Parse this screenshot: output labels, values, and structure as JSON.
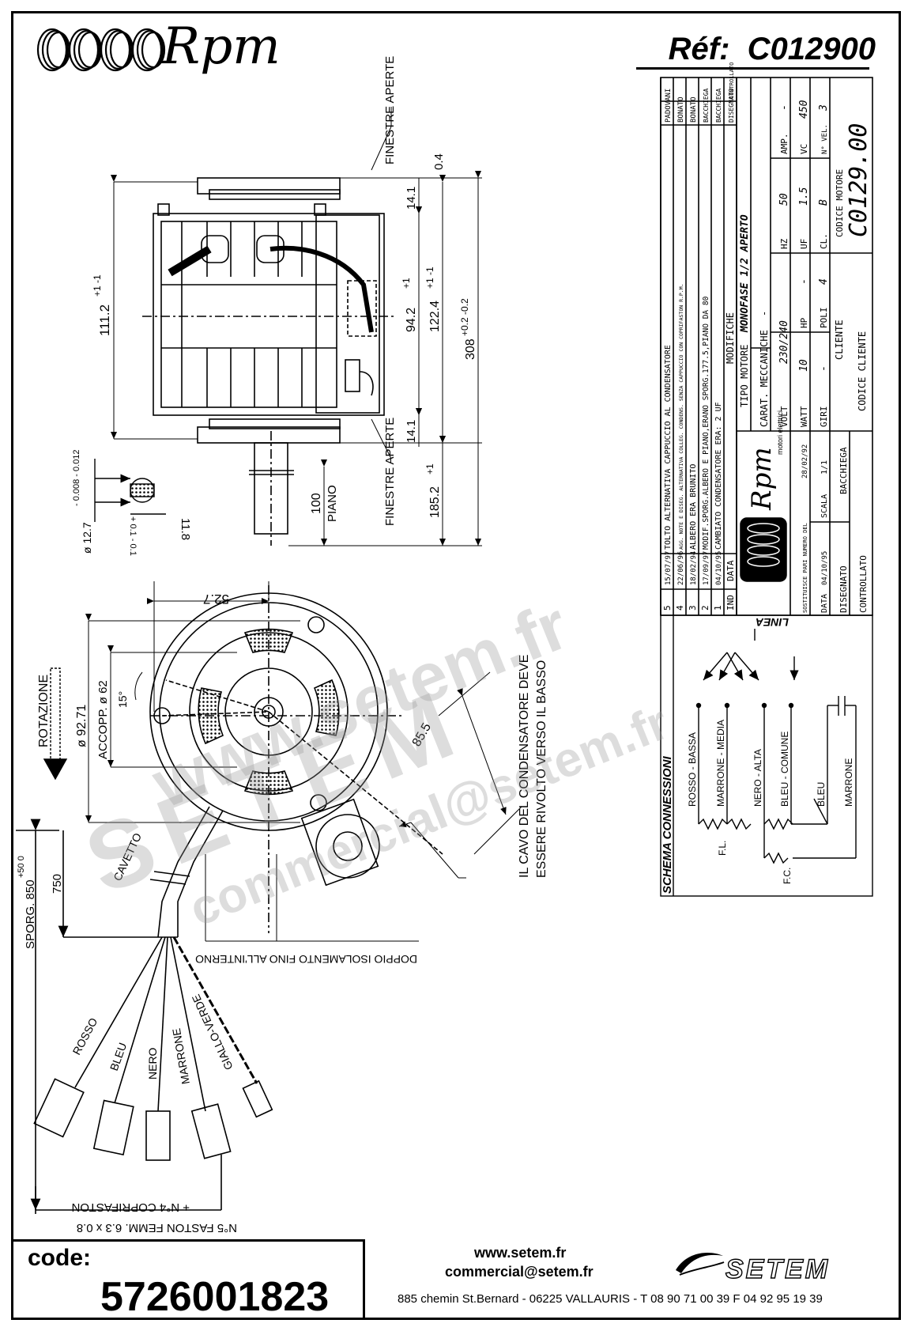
{
  "brand": {
    "logo_text": "Rpm",
    "sub": "motori elettrici"
  },
  "reference": {
    "label": "Réf:",
    "value": "C012900"
  },
  "titleblock": {
    "revisions": [
      {
        "n": "5",
        "date": "15/07/97",
        "text": "TOLTO ALTERNATIVA CAPPUCCIO AL CONDENSATORE",
        "by": "PADOVANI"
      },
      {
        "n": "4",
        "date": "22/06/96",
        "text": "AGG. NOTE E DISEG. ALTERNATIVA COLLEG. CONDENS. SENZA CAPPUCCIO CON COPRIFASTON R.P.M.",
        "by": "BONATO"
      },
      {
        "n": "3",
        "date": "18/02/94",
        "text": "ALBERO ERA BRUNITO",
        "by": "BONATO"
      },
      {
        "n": "2",
        "date": "17/09/97",
        "text": "MODIF.SPORG.ALBERO E PIANO,ERANO SPORG.177.5,PIANO DA 80",
        "by": "BACCHIEGA"
      },
      {
        "n": "1",
        "date": "04/10/95",
        "text": "CAMBIATO CONDENSATORE ERA: 2 UF",
        "by": "BACCHIEGA"
      }
    ],
    "rev_header": {
      "n": "IND",
      "date": "DATA",
      "text": "MODIFICHE",
      "drawn": "DISEGNATO",
      "checked": "CONTROLLATO"
    },
    "motor_type_label": "TIPO MOTORE",
    "motor_type": "MONOFASE 1/2 APERTO",
    "mech_label": "CARAT. MECCANICHE",
    "mech_value": "-",
    "volt_label": "VOLT",
    "volt": "230/240",
    "hz_label": "HZ",
    "hz": "50",
    "amp_label": "AMP.",
    "amp": "-",
    "watt_label": "WATT",
    "watt": "10",
    "hp_label": "HP",
    "hp": "-",
    "uf_label": "UF",
    "uf": "1.5",
    "vc_label": "VC",
    "vc": "450",
    "giri_label": "GIRI",
    "giri": "-",
    "poli_label": "POLI",
    "poli": "4",
    "cl_label": "CL.",
    "cl": "B",
    "vel_label": "N° VEL.",
    "vel": "3",
    "client_label": "CLIENTE",
    "client_code_label": "CODICE CLIENTE",
    "motor_code_label": "CODICE MOTORE",
    "motor_code": "C0129.00",
    "replaces_label": "SOSTITUISCE PARI NUMERO DEL",
    "replaces_date": "28/02/92",
    "data_label": "DATA",
    "data": "04/10/95",
    "scale_label": "SCALA",
    "scale": "1/1",
    "drawn_label": "DISEGNATO",
    "drawn": "BACCHIEGA",
    "checked_label": "CONTROLLATO"
  },
  "connections": {
    "title": "SCHEMA CONNESSIONI",
    "linea": "LINEA",
    "wires": [
      "ROSSO - BASSA",
      "MARRONE - MEDIA",
      "NERO - ALTA",
      "BLEU - COMUNE",
      "BLEU",
      "MARRONE"
    ],
    "fl": "F.L.",
    "fc": "F.C."
  },
  "dimensions": {
    "finestre_aperte": "FINESTRE APERTE",
    "d04": "0.4",
    "d141": "14.1",
    "d1112": "111.2",
    "d1112_tol": "+1 -1",
    "d942": "94.2",
    "d942_tol": "+1",
    "d1224": "122.4",
    "d1224_tol": "+1 -1",
    "d308": "308",
    "d308_tol": "+0.2 -0.2",
    "d1852": "185.2",
    "d1852_tol": "+1",
    "d100": "100",
    "piano": "PIANO",
    "shaft_dia": "ø 12.7",
    "shaft_tol": "- 0.008 - 0.012",
    "d118": "11.8",
    "d118_tol": "+ 0.1 - 0.1",
    "d527": "52.7",
    "rotazione": "ROTAZIONE",
    "d9271": "ø 92.71",
    "accopp": "ACCOPP. ø 62",
    "deg15": "15°",
    "d855": "85.5",
    "cap_note_1": "IL CAVO DEL CONDENSATORE DEVE",
    "cap_note_2": "ESSERE RIVOLTO VERSO IL BASSO",
    "doppio": "DOPPIO ISOLAMENTO FINO ALL'INTERNO",
    "cavetto": "CAVETTO",
    "sporg": "SPORG. 850",
    "sporg_tol": "+50 0",
    "d750": "750",
    "leads": [
      "ROSSO",
      "BLEU",
      "NERO",
      "MARRONE",
      "GIALLO-VERDE"
    ],
    "faston_1": "N°5 FASTON FEMM. 6.3 x 0.8",
    "faston_2": "+ N°4 COPRIFASTON"
  },
  "code": {
    "label": "code:",
    "value": "5726001823"
  },
  "footer": {
    "web": "www.setem.fr",
    "email": "commercial@setem.fr",
    "address": "885 chemin St.Bernard  -  06225 VALLAURIS  -  T 08 90 71 00 39   F 04 92 95 19 39",
    "logo": "SETEM"
  },
  "watermarks": [
    "www.setem.fr",
    "SETEM",
    "commercial@setem.fr"
  ]
}
